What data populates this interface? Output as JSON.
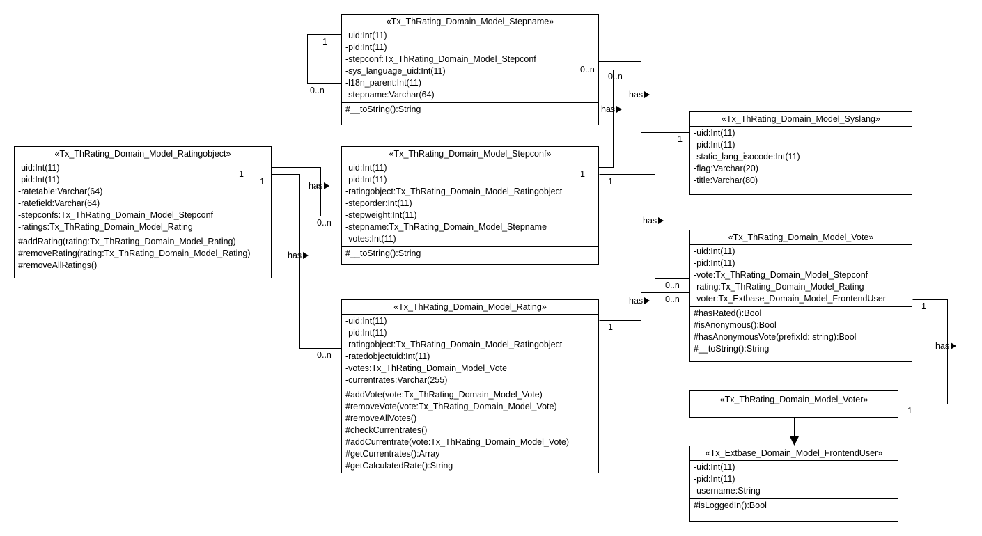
{
  "classes": {
    "stepname": {
      "header": "«Tx_ThRating_Domain_Model_Stepname»",
      "attributes": [
        "-uid:Int(11)",
        "-pid:Int(11)",
        "-stepconf:Tx_ThRating_Domain_Model_Stepconf",
        "-sys_language_uid:Int(11)",
        "-l18n_parent:Int(11)",
        "-stepname:Varchar(64)"
      ],
      "operations": [
        "#__toString():String"
      ]
    },
    "syslang": {
      "header": "«Tx_ThRating_Domain_Model_Syslang»",
      "attributes": [
        "-uid:Int(11)",
        "-pid:Int(11)",
        "-static_lang_isocode:Int(11)",
        "-flag:Varchar(20)",
        "-title:Varchar(80)"
      ],
      "operations": []
    },
    "ratingobject": {
      "header": "«Tx_ThRating_Domain_Model_Ratingobject»",
      "attributes": [
        "-uid:Int(11)",
        "-pid:Int(11)",
        "-ratetable:Varchar(64)",
        "-ratefield:Varchar(64)",
        "-stepconfs:Tx_ThRating_Domain_Model_Stepconf",
        "-ratings:Tx_ThRating_Domain_Model_Rating"
      ],
      "operations": [
        "#addRating(rating:Tx_ThRating_Domain_Model_Rating)",
        "#removeRating(rating:Tx_ThRating_Domain_Model_Rating)",
        "#removeAllRatings()"
      ]
    },
    "stepconf": {
      "header": "«Tx_ThRating_Domain_Model_Stepconf»",
      "attributes": [
        "-uid:Int(11)",
        "-pid:Int(11)",
        "-ratingobject:Tx_ThRating_Domain_Model_Ratingobject",
        "-steporder:Int(11)",
        "-stepweight:Int(11)",
        "-stepname:Tx_ThRating_Domain_Model_Stepname",
        "-votes:Int(11)"
      ],
      "operations": [
        "#__toString():String"
      ]
    },
    "vote": {
      "header": "«Tx_ThRating_Domain_Model_Vote»",
      "attributes": [
        "-uid:Int(11)",
        "-pid:Int(11)",
        "-vote:Tx_ThRating_Domain_Model_Stepconf",
        "-rating:Tx_ThRating_Domain_Model_Rating",
        "-voter:Tx_Extbase_Domain_Model_FrontendUser"
      ],
      "operations": [
        "#hasRated():Bool",
        "#isAnonymous():Bool",
        "#hasAnonymousVote(prefixId: string):Bool",
        "#__toString():String"
      ]
    },
    "rating": {
      "header": "«Tx_ThRating_Domain_Model_Rating»",
      "attributes": [
        "-uid:Int(11)",
        "-pid:Int(11)",
        "-ratingobject:Tx_ThRating_Domain_Model_Ratingobject",
        "-ratedobjectuid:Int(11)",
        "-votes:Tx_ThRating_Domain_Model_Vote",
        "-currentrates:Varchar(255)"
      ],
      "operations": [
        "#addVote(vote:Tx_ThRating_Domain_Model_Vote)",
        "#removeVote(vote:Tx_ThRating_Domain_Model_Vote)",
        "#removeAllVotes()",
        "#checkCurrentrates()",
        "#addCurrentrate(vote:Tx_ThRating_Domain_Model_Vote)",
        "#getCurrentrates():Array",
        "#getCalculatedRate():String"
      ]
    },
    "voter": {
      "header": "«Tx_ThRating_Domain_Model_Voter»",
      "attributes": [],
      "operations": []
    },
    "frontenduser": {
      "header": "«Tx_Extbase_Domain_Model_FrontendUser»",
      "attributes": [
        "-uid:Int(11)",
        "-pid:Int(11)",
        "-username:String"
      ],
      "operations": [
        "#isLoggedIn():Bool"
      ]
    }
  },
  "labels": {
    "self_one": "1",
    "self_many": "0..n",
    "stepname_stepconf_many": "0..n",
    "stepname_syslang_many": "0..n",
    "stepname_syslang_has": "has",
    "stepname_stepconf_has": "has",
    "syslang_one": "1",
    "ratingobject_stepconf_one": "1",
    "ratingobject_rating_one": "1",
    "ratingobject_stepconf_has": "has",
    "ratingobject_stepconf_many": "0..n",
    "ratingobject_rating_has": "has",
    "stepconf_stepname_one": "1",
    "stepconf_vote_one": "1",
    "stepconf_vote_has": "has",
    "vote_many_a": "0..n",
    "vote_many_b": "0..n",
    "rating_vote_has": "has",
    "rating_vote_one": "1",
    "rating_ratingobject_many": "0..n",
    "vote_voter_one": "1",
    "vote_voter_has": "has",
    "voter_one": "1"
  }
}
